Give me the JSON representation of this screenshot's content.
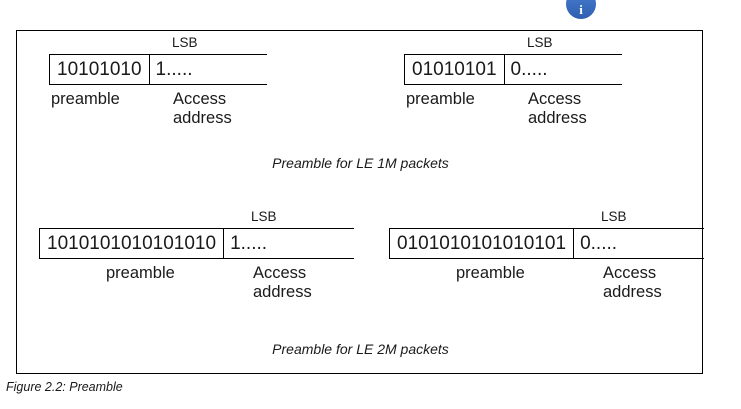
{
  "badge": {
    "name": "info-badge",
    "glyph": "i",
    "color": "#3d6fc4"
  },
  "figure": {
    "label": "Figure 2.2:  Preamble",
    "border_color": "#000000"
  },
  "common": {
    "lsb_label": "LSB",
    "preamble_label": "preamble",
    "access_label_line1": "Access",
    "access_label_line2": "address"
  },
  "sections": [
    {
      "id": "le-1m",
      "caption": "Preamble for LE 1M packets",
      "diagrams": [
        {
          "id": "le-1m-left",
          "preamble_bits": "10101010",
          "access_address": "1.....",
          "lsb_label": "LSB",
          "preamble_label": "preamble",
          "access_label_line1": "Access",
          "access_label_line2": "address"
        },
        {
          "id": "le-1m-right",
          "preamble_bits": "01010101",
          "access_address": "0.....",
          "lsb_label": "LSB",
          "preamble_label": "preamble",
          "access_label_line1": "Access",
          "access_label_line2": "address"
        }
      ]
    },
    {
      "id": "le-2m",
      "caption": "Preamble for LE 2M packets",
      "diagrams": [
        {
          "id": "le-2m-left",
          "preamble_bits": "1010101010101010",
          "access_address": "1.....",
          "lsb_label": "LSB",
          "preamble_label": "preamble",
          "access_label_line1": "Access",
          "access_label_line2": "address"
        },
        {
          "id": "le-2m-right",
          "preamble_bits": "0101010101010101",
          "access_address": "0.....",
          "lsb_label": "LSB",
          "preamble_label": "preamble",
          "access_label_line1": "Access",
          "access_label_line2": "address"
        }
      ]
    }
  ]
}
